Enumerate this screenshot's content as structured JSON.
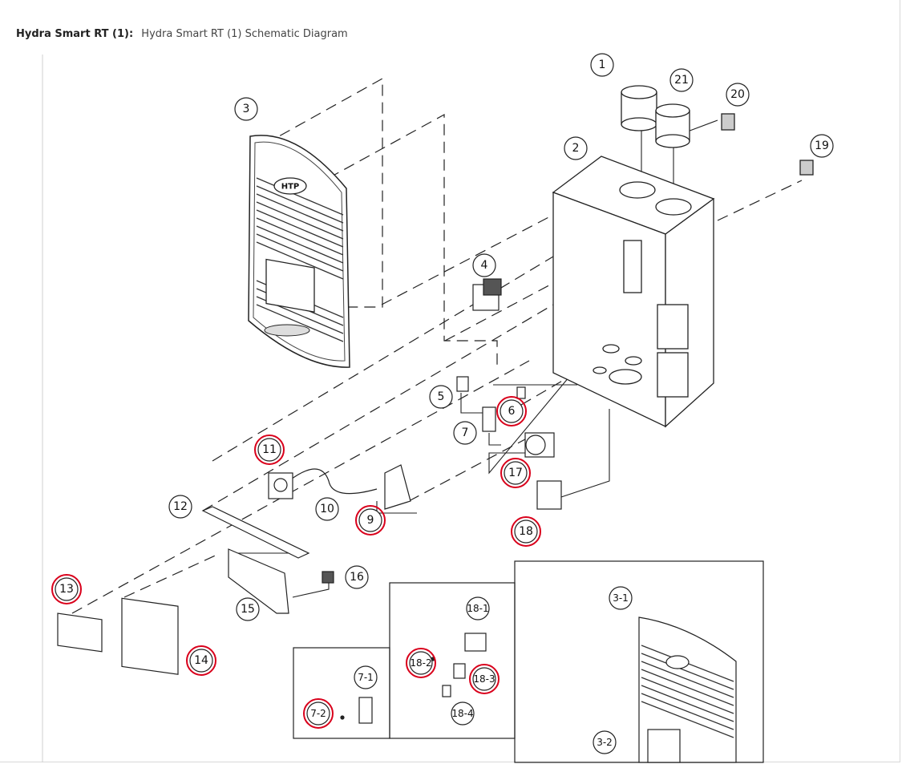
{
  "header": {
    "product_title": "Hydra Smart RT (1):",
    "description": "Hydra Smart RT (1) Schematic Diagram"
  },
  "callouts": [
    {
      "id": "1",
      "label": "1",
      "highlighted": false
    },
    {
      "id": "2",
      "label": "2",
      "highlighted": false
    },
    {
      "id": "3",
      "label": "3",
      "highlighted": false
    },
    {
      "id": "4",
      "label": "4",
      "highlighted": false
    },
    {
      "id": "5",
      "label": "5",
      "highlighted": false
    },
    {
      "id": "6",
      "label": "6",
      "highlighted": true
    },
    {
      "id": "7",
      "label": "7",
      "highlighted": false
    },
    {
      "id": "9",
      "label": "9",
      "highlighted": true
    },
    {
      "id": "10",
      "label": "10",
      "highlighted": false
    },
    {
      "id": "11",
      "label": "11",
      "highlighted": true
    },
    {
      "id": "12",
      "label": "12",
      "highlighted": false
    },
    {
      "id": "13",
      "label": "13",
      "highlighted": true
    },
    {
      "id": "14",
      "label": "14",
      "highlighted": true
    },
    {
      "id": "15",
      "label": "15",
      "highlighted": false
    },
    {
      "id": "16",
      "label": "16",
      "highlighted": false
    },
    {
      "id": "17",
      "label": "17",
      "highlighted": true
    },
    {
      "id": "18",
      "label": "18",
      "highlighted": true
    },
    {
      "id": "19",
      "label": "19",
      "highlighted": false
    },
    {
      "id": "20",
      "label": "20",
      "highlighted": false
    },
    {
      "id": "21",
      "label": "21",
      "highlighted": false
    },
    {
      "id": "3-1",
      "label": "3-1",
      "highlighted": false
    },
    {
      "id": "3-2",
      "label": "3-2",
      "highlighted": false
    },
    {
      "id": "7-1",
      "label": "7-1",
      "highlighted": false
    },
    {
      "id": "7-2",
      "label": "7-2",
      "highlighted": true
    },
    {
      "id": "18-1",
      "label": "18-1",
      "highlighted": false
    },
    {
      "id": "18-2",
      "label": "18-2",
      "highlighted": true
    },
    {
      "id": "18-3",
      "label": "18-3",
      "highlighted": true
    },
    {
      "id": "18-4",
      "label": "18-4",
      "highlighted": false
    }
  ],
  "logo_text": "HTP",
  "colors": {
    "highlight_ring": "#d9001b",
    "line": "#222222",
    "outline": "#333333"
  }
}
